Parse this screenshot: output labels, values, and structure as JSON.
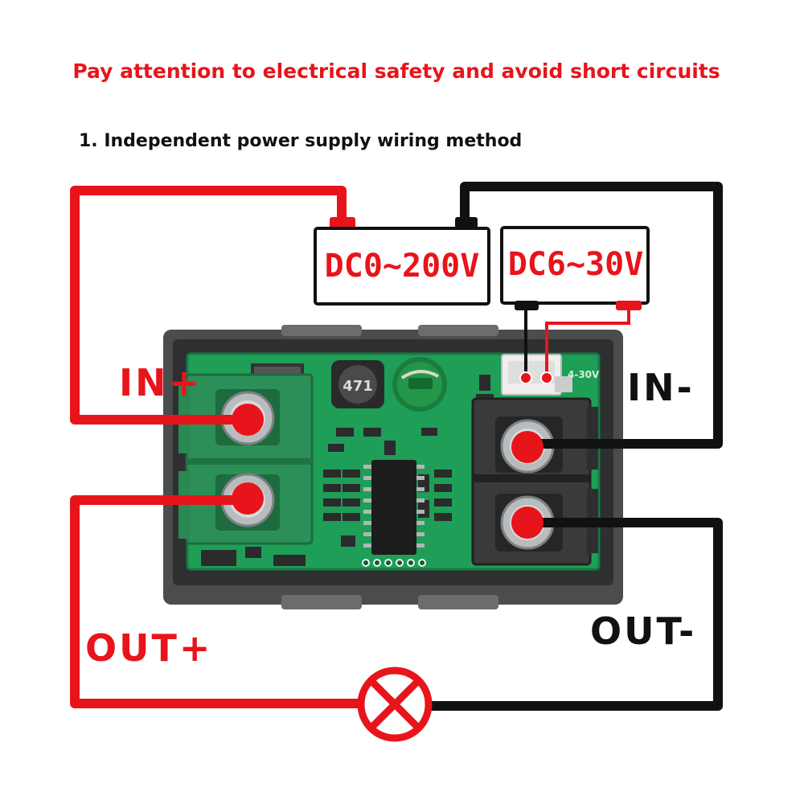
{
  "header": {
    "warning": "Pay attention to electrical safety and avoid short circuits",
    "method_title": "1. Independent power supply wiring method"
  },
  "supplies": {
    "measured": "DC0~200V",
    "module": "DC6~30V"
  },
  "terminals": {
    "in_plus": "IN+",
    "in_minus": "IN-",
    "out_plus": "OUT+",
    "out_minus": "OUT-"
  },
  "board": {
    "inductor_marking": "471",
    "connector_marking": "4-30V"
  },
  "colors": {
    "red_wire": "#e8141b",
    "black_wire": "#111111",
    "pcb": "#1e9e57",
    "terminal_green": "#2c8f57",
    "terminal_black": "#3a3a3a"
  }
}
